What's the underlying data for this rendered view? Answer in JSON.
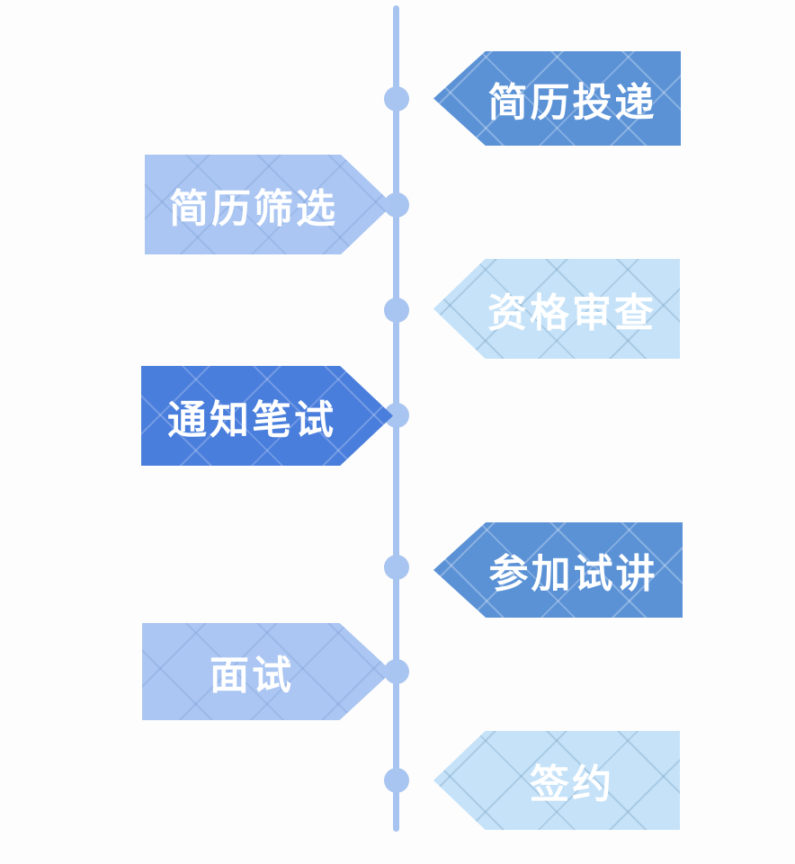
{
  "diagram": {
    "type": "vertical-process-timeline",
    "background": "#fdfdfd",
    "text_color": "#ffffff"
  },
  "timeline": {
    "line_color": "#a7c3ef",
    "dot_color": "#a8c4f0",
    "dot_count": 7
  },
  "steps": [
    {
      "label": "简历投递",
      "side": "right",
      "fill": "#5b92d6",
      "pattern_line": "rgba(255,255,255,0.28)"
    },
    {
      "label": "简历筛选",
      "side": "left",
      "fill": "#abc6f2",
      "pattern_line": "rgba(96,134,197,0.22)"
    },
    {
      "label": "资格审查",
      "side": "right",
      "fill": "#c5e2f8",
      "pattern_line": "rgba(108,150,186,0.30)"
    },
    {
      "label": "通知笔试",
      "side": "left",
      "fill": "#4a7edc",
      "pattern_line": "rgba(255,255,255,0.22)"
    },
    {
      "label": "参加试讲",
      "side": "right",
      "fill": "#5b92d6",
      "pattern_line": "rgba(255,255,255,0.28)"
    },
    {
      "label": "面试",
      "side": "left",
      "fill": "#abc6f2",
      "pattern_line": "rgba(96,134,197,0.22)"
    },
    {
      "label": "签约",
      "side": "right",
      "fill": "#c5e2f8",
      "pattern_line": "rgba(108,150,186,0.30)"
    }
  ]
}
